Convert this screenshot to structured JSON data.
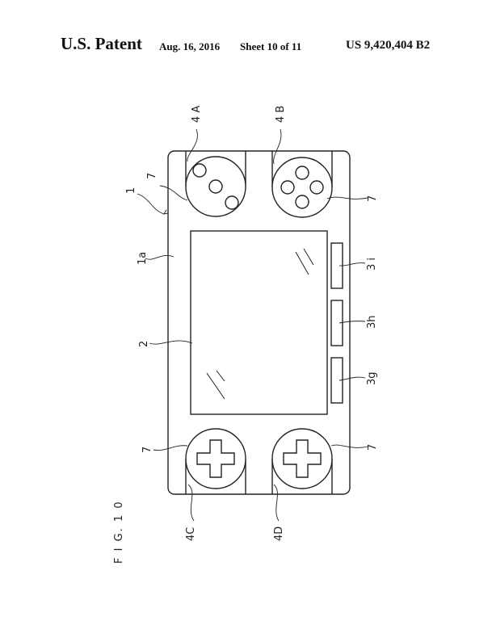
{
  "header": {
    "title": "U.S. Patent",
    "date": "Aug. 16, 2016",
    "sheet": "Sheet 10 of 11",
    "patent_number": "US 9,420,404 B2"
  },
  "figure": {
    "caption": "F I G. 1 0",
    "labels": {
      "device": "1",
      "housing_surface": "1a",
      "display": "2",
      "operation_unit_a": "4 A",
      "operation_unit_b": "4 B",
      "operation_unit_c": "4C",
      "operation_unit_d": "4D",
      "rotating_member": "7",
      "button_3g": "3g",
      "button_3h": "3h",
      "button_3i": "3 i"
    }
  }
}
